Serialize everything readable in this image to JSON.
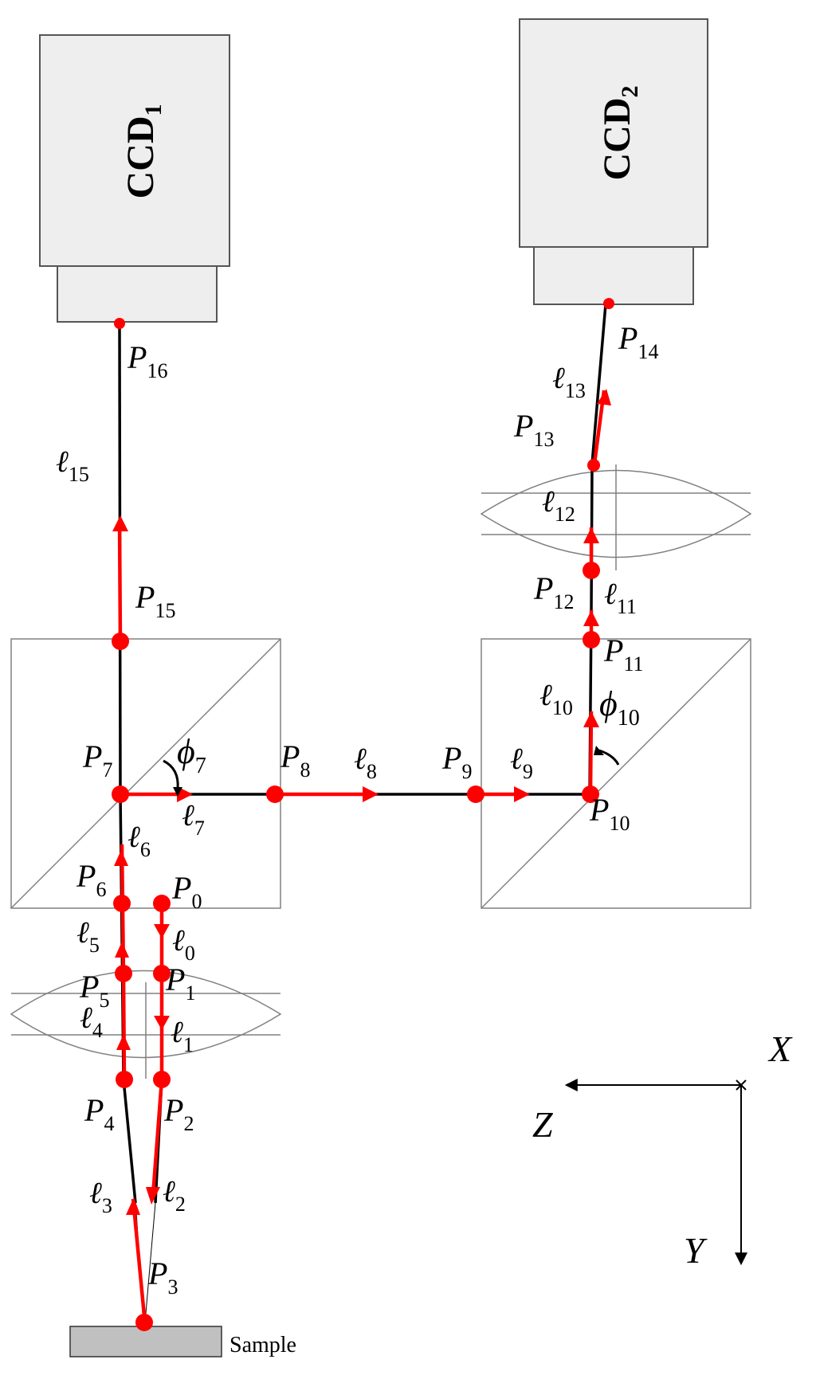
{
  "cameras": {
    "ccd1": {
      "base": "CCD",
      "sub": "1"
    },
    "ccd2": {
      "base": "CCD",
      "sub": "2"
    }
  },
  "sample_label": "Sample",
  "points": [
    {
      "base": "P",
      "sub": "0"
    },
    {
      "base": "P",
      "sub": "1"
    },
    {
      "base": "P",
      "sub": "2"
    },
    {
      "base": "P",
      "sub": "3"
    },
    {
      "base": "P",
      "sub": "4"
    },
    {
      "base": "P",
      "sub": "5"
    },
    {
      "base": "P",
      "sub": "6"
    },
    {
      "base": "P",
      "sub": "7"
    },
    {
      "base": "P",
      "sub": "8"
    },
    {
      "base": "P",
      "sub": "9"
    },
    {
      "base": "P",
      "sub": "10"
    },
    {
      "base": "P",
      "sub": "11"
    },
    {
      "base": "P",
      "sub": "12"
    },
    {
      "base": "P",
      "sub": "13"
    },
    {
      "base": "P",
      "sub": "14"
    },
    {
      "base": "P",
      "sub": "15"
    },
    {
      "base": "P",
      "sub": "16"
    }
  ],
  "segments": [
    {
      "base": "ℓ",
      "sub": "0"
    },
    {
      "base": "ℓ",
      "sub": "1"
    },
    {
      "base": "ℓ",
      "sub": "2"
    },
    {
      "base": "ℓ",
      "sub": "3"
    },
    {
      "base": "ℓ",
      "sub": "4"
    },
    {
      "base": "ℓ",
      "sub": "5"
    },
    {
      "base": "ℓ",
      "sub": "6"
    },
    {
      "base": "ℓ",
      "sub": "7"
    },
    {
      "base": "ℓ",
      "sub": "8"
    },
    {
      "base": "ℓ",
      "sub": "9"
    },
    {
      "base": "ℓ",
      "sub": "10"
    },
    {
      "base": "ℓ",
      "sub": "11"
    },
    {
      "base": "ℓ",
      "sub": "12"
    },
    {
      "base": "ℓ",
      "sub": "13"
    },
    {
      "base": "ℓ",
      "sub": "15"
    }
  ],
  "angles": [
    {
      "base": "ϕ",
      "sub": "7"
    },
    {
      "base": "ϕ",
      "sub": "10"
    }
  ],
  "axes": {
    "x": "X",
    "y": "Y",
    "z": "Z"
  },
  "colors": {
    "ray": "#ff0000",
    "line": "#000000",
    "box": "#808080",
    "sample": "#c0c0c0"
  }
}
